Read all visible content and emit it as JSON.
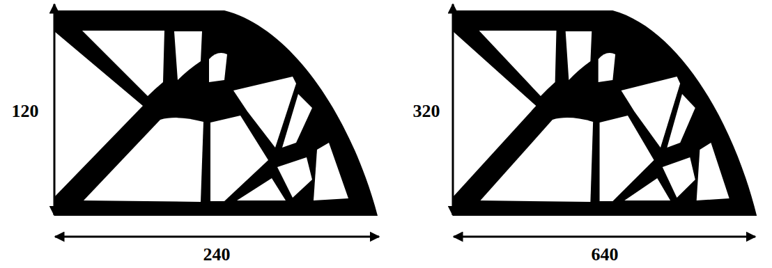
{
  "diagram": {
    "labels": [
      "120",
      "240",
      "320",
      "640"
    ]
  }
}
